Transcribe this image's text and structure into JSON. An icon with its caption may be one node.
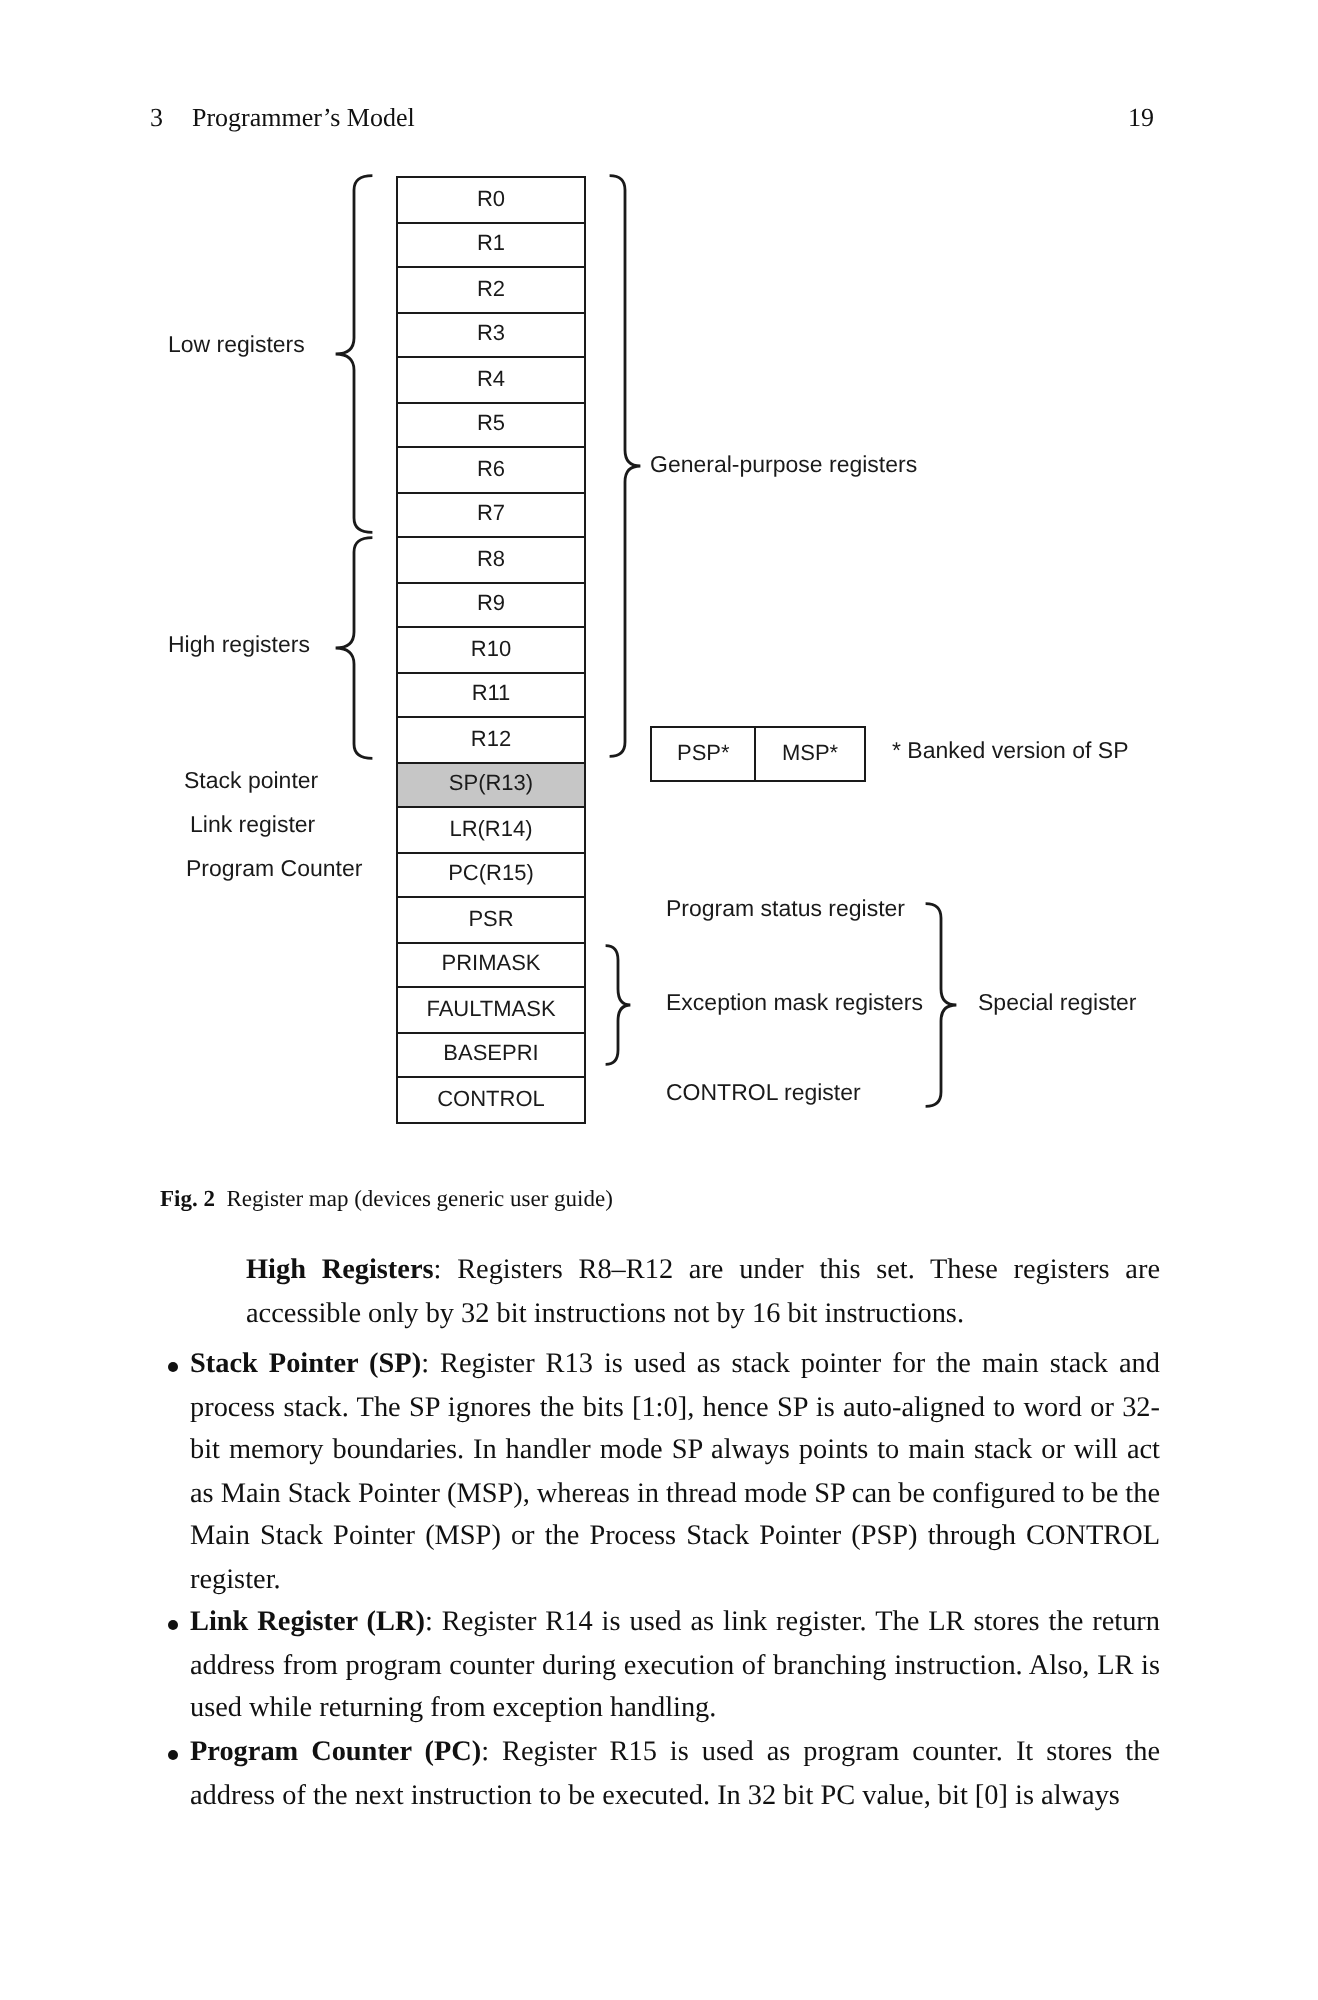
{
  "diagram": {
    "caption": "**Fig. 2**  Register map (devices generic user guide)",
    "nodes": [
      {
        "text": [
          "R0"
        ]
      },
      {
        "text": [
          "R1"
        ]
      },
      {
        "text": [
          "R2"
        ]
      },
      {
        "text": [
          "R3"
        ]
      },
      {
        "text": [
          "R4"
        ]
      },
      {
        "text": [
          "R5"
        ]
      },
      {
        "text": [
          "R6"
        ]
      },
      {
        "text": [
          "R7"
        ]
      },
      {
        "text": [
          "R8"
        ]
      },
      {
        "text": [
          "R9"
        ]
      },
      {
        "text": [
          "R10"
        ]
      },
      {
        "text": [
          "R11"
        ]
      },
      {
        "text": [
          "R12"
        ]
      },
      {
        "text": [
          "SP(R13)"
        ],
        "beside": [
          "Stack pointer"
        ]
      },
      {
        "text": [
          "LR(R14)"
        ],
        "beside": [
          "Link register"
        ]
      },
      {
        "text": [
          "PC(R15)"
        ],
        "beside": [
          "Program Counter"
        ]
      },
      {
        "text": [
          "PSR"
        ]
      },
      {
        "text": [
          "PRIMASK"
        ]
      },
      {
        "text": [
          "FAULTMASK"
        ]
      },
      {
        "text": [
          "BASEPRI"
        ]
      },
      {
        "text": [
          "CONTROL"
        ]
      },
      {
        "text": [
          "PSP*"
        ]
      },
      {
        "text": [
          "MSP*"
        ]
      }
    ],
    "labels": [
      "3",
      "Programmer’s Model",
      "19",
      "Low registers",
      "General-purpose registers",
      "High registers",
      "* Banked version of SP",
      "Program status register",
      "Exception mask registers",
      "Special register",
      "CONTROL register",
      "**High Registers**: Registers R8–R12 are under this set. These registers are accessible only by 32 bit instructions not by 16 bit instructions.",
      "**Stack Pointer (SP)**: Register R13 is used as stack pointer for the main stack and process stack. The SP ignores the bits [1:0], hence SP is auto-aligned to word or 32-bit memory boundaries. In handler mode SP always points to main stack or will act as Main Stack Pointer (MSP), whereas in thread mode SP can be configured to be the Main Stack Pointer (MSP) or the Process Stack Pointer (PSP) through CONTROL register.",
      "**Link Register (LR)**: Register R14 is used as link register. The LR stores the return address from program counter during execution of branching instruction. Also, LR is used while returning from exception handling.",
      "**Program Counter (PC)**: Register R15 is used as program counter. It stores the address of the next instruction to be executed. In 32 bit PC value, bit [0] is always"
    ]
  }
}
